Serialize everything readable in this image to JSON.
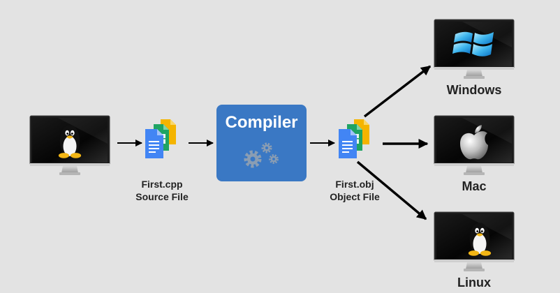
{
  "compiler": {
    "title": "Compiler",
    "icon": "gears-icon"
  },
  "source_file": {
    "name": "First.cpp",
    "type": "Source File",
    "icon": "document-stack-icon"
  },
  "object_file": {
    "name": "First.obj",
    "type": "Object File",
    "icon": "document-stack-icon"
  },
  "source_machine": {
    "os_icon": "linux-penguin-icon"
  },
  "targets": [
    {
      "label": "Windows",
      "icon": "windows-logo-icon"
    },
    {
      "label": "Mac",
      "icon": "apple-logo-icon"
    },
    {
      "label": "Linux",
      "icon": "linux-penguin-icon"
    }
  ],
  "colors": {
    "background": "#e3e3e3",
    "compiler_box": "#3a78c4",
    "doc_blue": "#4285f4",
    "doc_green": "#1fa463",
    "doc_yellow": "#f4b400",
    "arrow": "#000000"
  }
}
